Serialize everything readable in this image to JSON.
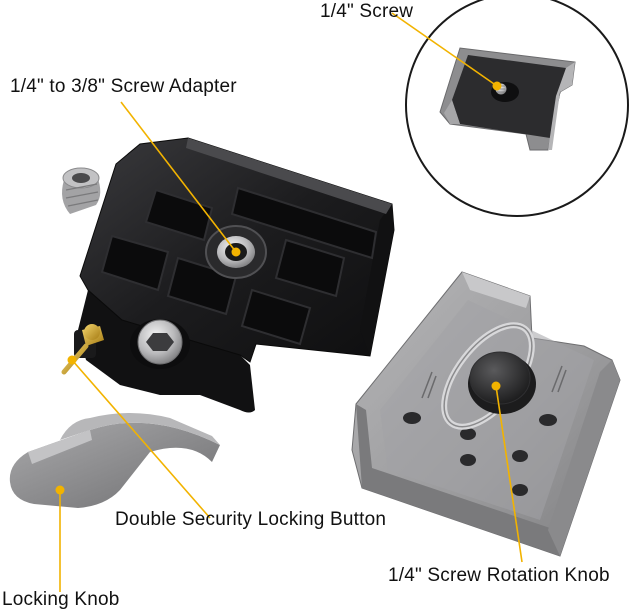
{
  "labels": {
    "screw": "1/4\" Screw",
    "adapter": "1/4\" to 3/8\" Screw Adapter",
    "double_security": "Double Security Locking Button",
    "rotation_knob": "1/4\" Screw Rotation Knob",
    "locking_knob": "Locking Knob"
  },
  "colors": {
    "callout": "#f2b300",
    "clamp_body": "#1c1c1e",
    "plate": "#9a9a9c",
    "knob": "#8e8e90",
    "brass": "#c9a227"
  }
}
